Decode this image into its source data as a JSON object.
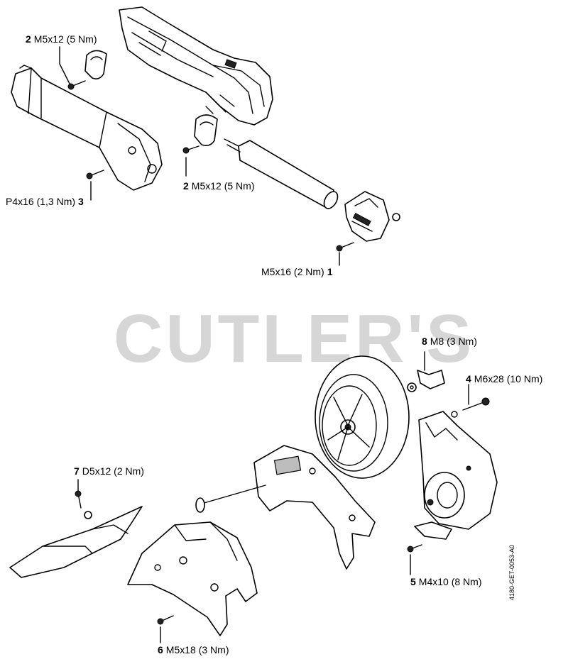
{
  "watermark": "CUTLER'S",
  "doc_id": "4180-GET-0053-A0",
  "callouts": [
    {
      "num": "2",
      "text": "M5x12 (5 Nm)"
    },
    {
      "num": "2",
      "text": "M5x12 (5 Nm)"
    },
    {
      "num": "3",
      "text": "P4x16 (1,3 Nm)"
    },
    {
      "num": "1",
      "text": "M5x16 (2 Nm)"
    },
    {
      "num": "8",
      "text": "M8 (3 Nm)"
    },
    {
      "num": "4",
      "text": "M6x28 (10 Nm)"
    },
    {
      "num": "7",
      "text": "D5x12 (2 Nm)"
    },
    {
      "num": "5",
      "text": "M4x10 (8 Nm)"
    },
    {
      "num": "6",
      "text": "M5x18 (3 Nm)"
    }
  ]
}
